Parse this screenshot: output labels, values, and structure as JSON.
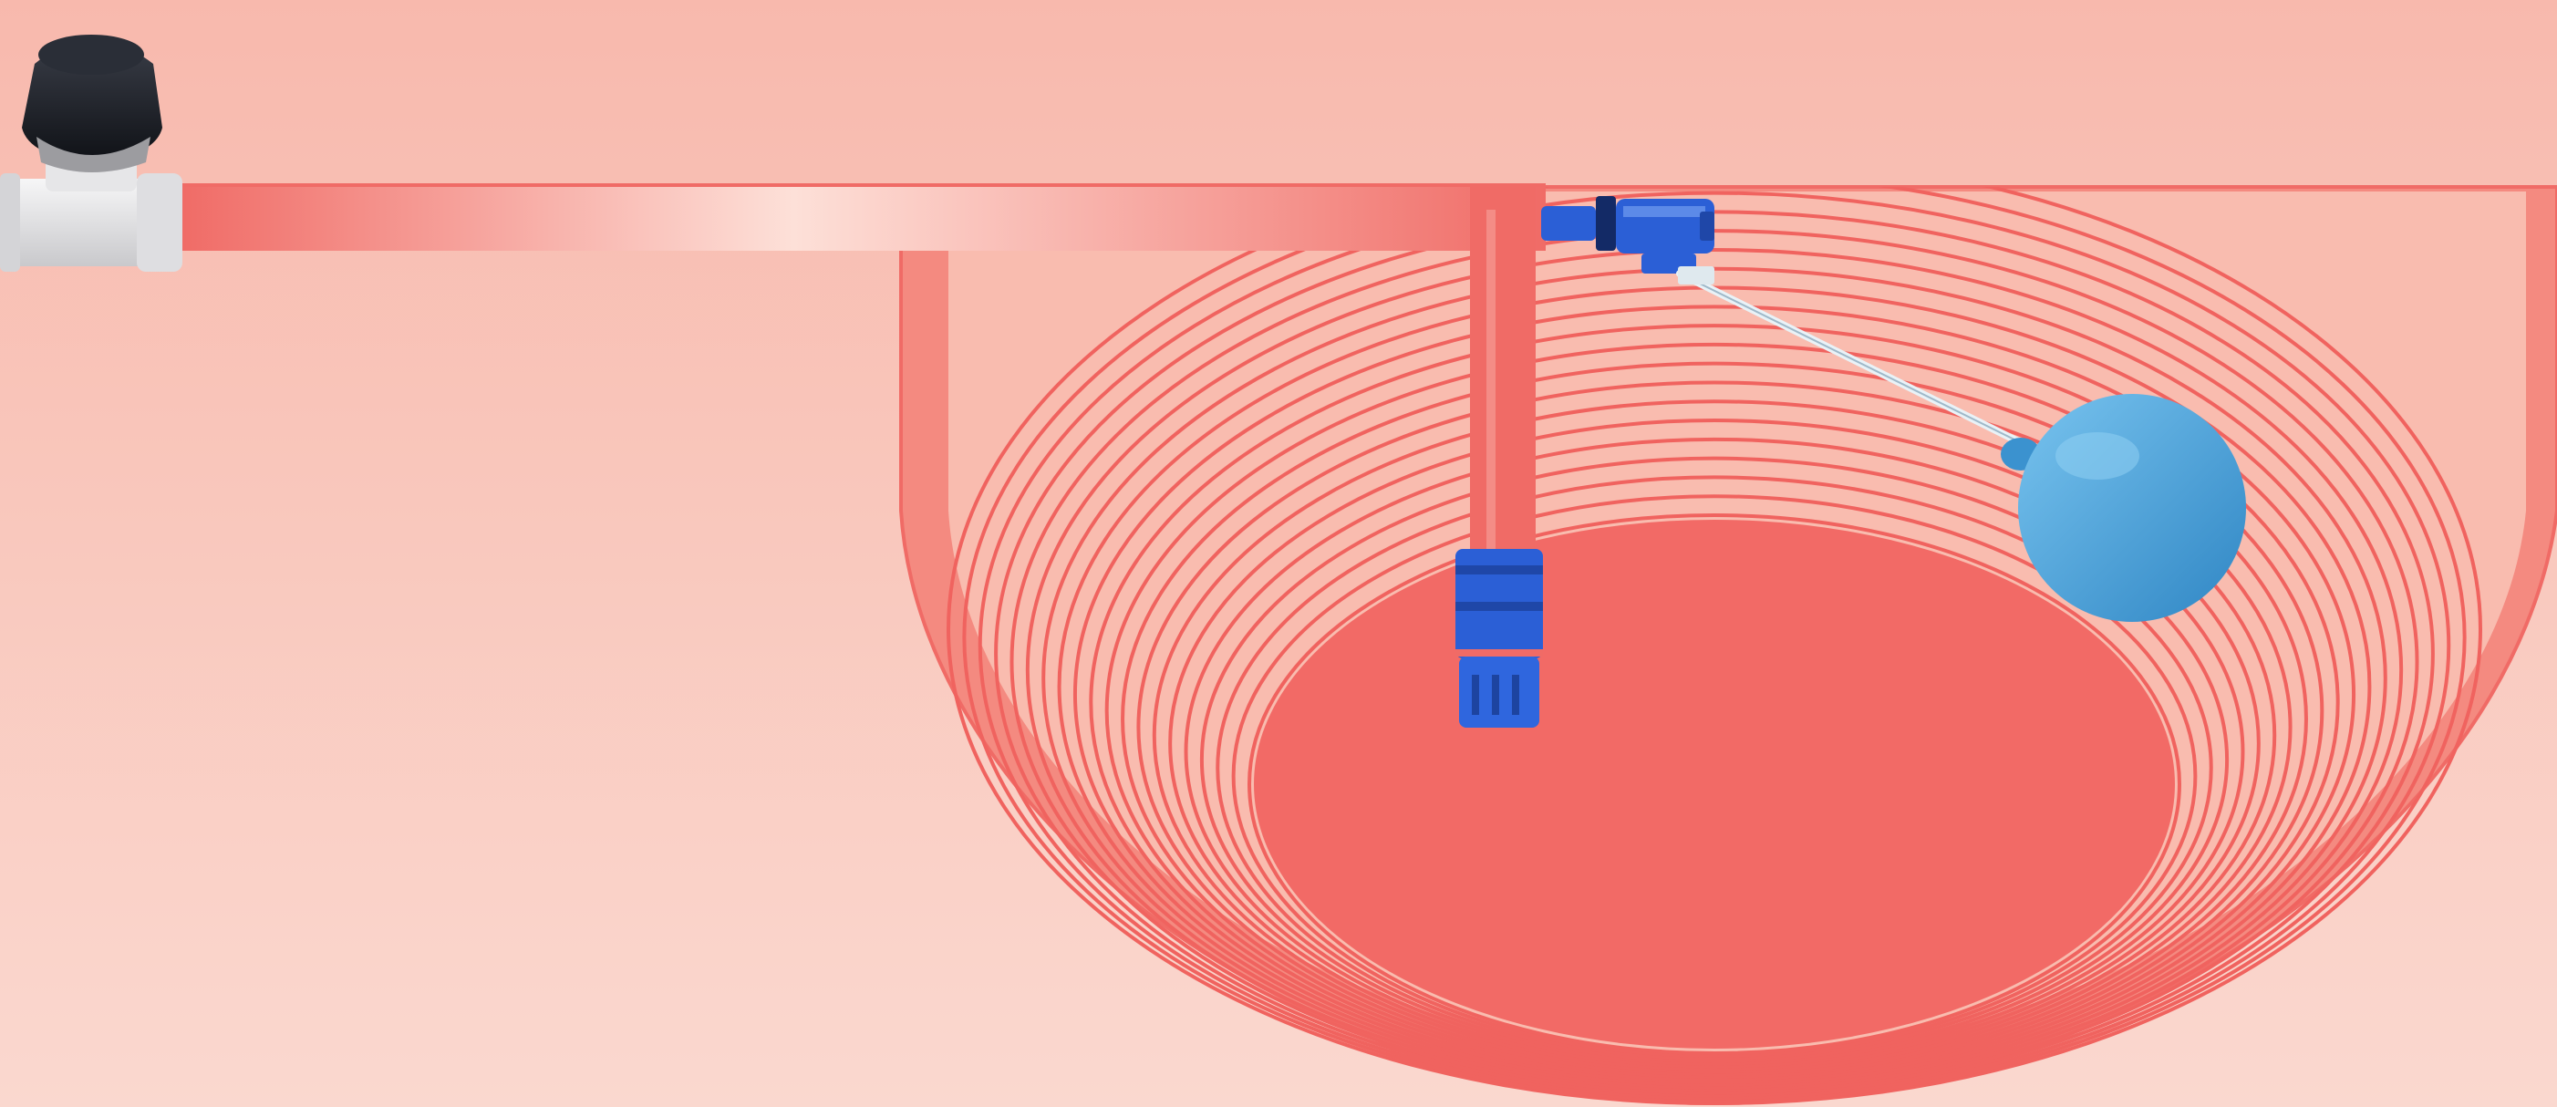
{
  "title": "",
  "colors": {
    "background_top": "#f8b9ad",
    "background_bottom": "#fad8cf",
    "pipe": "#f06b66",
    "pipe_highlight": "#fde0d8",
    "basin_outer": "#f48a80",
    "basin_stripe_line": "#f0635f",
    "basin_floor": "#f26a66",
    "valve_body": "#e9e9ea",
    "valve_knob": "#1c1f26",
    "component_blue": "#2b5fd6",
    "float_ball": "#4aa6dc"
  },
  "components": [
    {
      "name": "shutoff-valve",
      "icon": "valve-icon"
    },
    {
      "name": "supply-pipe",
      "icon": "pipe-icon"
    },
    {
      "name": "drop-pipe",
      "icon": "pipe-icon"
    },
    {
      "name": "foot-filter",
      "icon": "filter-icon"
    },
    {
      "name": "float-valve",
      "icon": "float-valve-icon"
    },
    {
      "name": "float-arm",
      "icon": "rod-icon"
    },
    {
      "name": "float-ball",
      "icon": "ball-icon"
    },
    {
      "name": "water-basin",
      "icon": "basin-icon"
    }
  ]
}
